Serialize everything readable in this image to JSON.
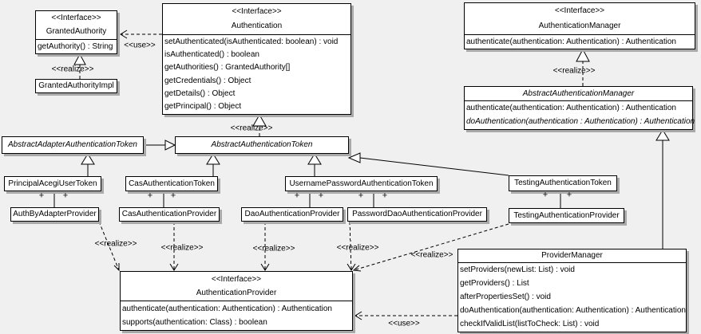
{
  "labels": {
    "realize": "<<realize>>",
    "use": "<<use>>",
    "plus": "+"
  },
  "classes": {
    "granted_authority": {
      "stereotype": "<<Interface>>",
      "name": "GrantedAuthority",
      "methods": [
        "getAuthority() : String"
      ]
    },
    "granted_authority_impl": {
      "name": "GrantedAuthorityImpl"
    },
    "authentication": {
      "stereotype": "<<Interface>>",
      "name": "Authentication",
      "methods": [
        "setAuthenticated(isAuthenticated: boolean) : void",
        "isAuthenticated() : boolean",
        "getAuthorities() : GrantedAuthority[]",
        "getCredentials() : Object",
        "getDetails() : Object",
        "getPrincipal() : Object"
      ]
    },
    "authentication_manager": {
      "stereotype": "<<Interface>>",
      "name": "AuthenticationManager",
      "methods": [
        "authenticate(authentication: Authentication) : Authentication"
      ]
    },
    "abstract_authentication_manager": {
      "name": "AbstractAuthenticationManager",
      "methods": [
        "authenticate(authentication: Authentication) : Authentication",
        "doAuthentication(authentication : Authentication) : Authentication"
      ]
    },
    "abstract_adapter_authentication_token": {
      "name": "AbstractAdapterAuthenticationToken"
    },
    "abstract_authentication_token": {
      "name": "AbstractAuthenticationToken"
    },
    "principal_acegi_user_token": {
      "name": "PrincipalAcegiUserToken"
    },
    "cas_authentication_token": {
      "name": "CasAuthenticationToken"
    },
    "username_password_authentication_token": {
      "name": "UsernamePasswordAuthenticationToken"
    },
    "testing_authentication_token": {
      "name": "TestingAuthenticationToken"
    },
    "auth_by_adapter_provider": {
      "name": "AuthByAdapterProvider"
    },
    "cas_authentication_provider": {
      "name": "CasAuthenticationProvider"
    },
    "dao_authentication_provider": {
      "name": "DaoAuthenticationProvider"
    },
    "password_dao_authentication_provider": {
      "name": "PasswordDaoAuthenticationProvider"
    },
    "testing_authentication_provider": {
      "name": "TestingAuthenticationProvider"
    },
    "authentication_provider": {
      "stereotype": "<<Interface>>",
      "name": "AuthenticationProvider",
      "methods": [
        "authenticate(authentication: Authentication) : Authentication",
        "supports(authentication: Class) : boolean"
      ]
    },
    "provider_manager": {
      "name": "ProviderManager",
      "methods": [
        "setProviders(newList: List) : void",
        "getProviders() : List",
        "afterPropertiesSet() : void",
        "doAuthentication(authentication: Authentication) : Authentication",
        "checkIfValidList(listToCheck: List) : void"
      ]
    }
  },
  "colors": {
    "background": "#f0f0f0",
    "box_fill": "#ffffff",
    "line": "#000000",
    "shadow": "#a9a9a9"
  }
}
